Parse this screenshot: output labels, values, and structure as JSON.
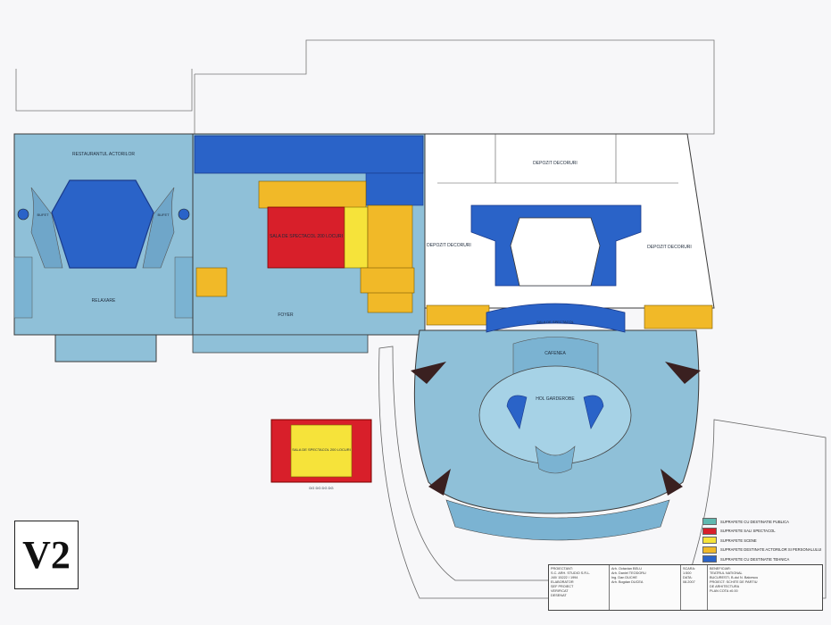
{
  "sheet_label": "V2",
  "rooms": {
    "restaurant": "RESTAURANTUL ACTORILOR",
    "bufet_left": "BUFET",
    "bufet_right": "BUFET",
    "relaxare": "RELAXARE",
    "foyer": "FOYER",
    "small_hall": "SALA DE SPECTACOL 200 LOCURI",
    "depozit_top": "DEPOZIT DECORURI",
    "depozit_left": "DEPOZIT DECORURI",
    "depozit_right": "DEPOZIT DECORURI",
    "cafenea": "CAFENEA",
    "main_hall": "SALA DE SPECTACOL",
    "hol_garderobe": "HOL GARDEROBE",
    "separate_hall": "SALA DE SPECTACOL 200 LOCURI",
    "level_mark": "±0.00"
  },
  "separate_hall_marks": "DG DG DG DG",
  "legend": [
    {
      "label": "SUPRAFETE CU DESTINATIE PUBLICA",
      "color": "#5fb8b0"
    },
    {
      "label": "SUPRAFETE SALI SPECTACOL",
      "color": "#d81f2a"
    },
    {
      "label": "SUPRAFETE SCENE",
      "color": "#f6e33a"
    },
    {
      "label": "SUPRAFETE DESTINATE ACTORILOR SI PERSONALULUI",
      "color": "#f1b928"
    },
    {
      "label": "SUPRAFETE CU DESTINATIE TEHNICA",
      "color": "#2a63c8"
    }
  ],
  "title_block": {
    "col1": [
      "PROIECTANT:",
      "S.C. ARH. STUDIO S.R.L.",
      "J40/ 15222 / 1994",
      "ELABORATOR",
      "ȘEF PROIECT",
      "VERIFICAT",
      "DESENAT"
    ],
    "col2": [
      "Arh. Octavian BELU",
      "Arh. Daniel TEODORU",
      "Ing. Dan DUCHE",
      "Arh. Bogdan DUCEA"
    ],
    "col3": [
      "SCARA:",
      "1:500",
      "DATA:",
      "08.2007"
    ],
    "col4": [
      "BENEFICIAR:",
      "TEATRUL NATIONAL",
      "BUCURESTI, B-dul N. Balcescu",
      "PROIECT: SCHITE DE PARTIU",
      "DE ARHITECTURA",
      "PLAN COTA ±0.00"
    ]
  },
  "colors": {
    "public": "#8fc0d8",
    "public_dark": "#5b9fc6",
    "technical": "#2a63c8",
    "hall_red": "#d81f2a",
    "stage_yellow": "#f6e33a",
    "staff_orange": "#f1b928",
    "outline": "#3b3b3b"
  }
}
